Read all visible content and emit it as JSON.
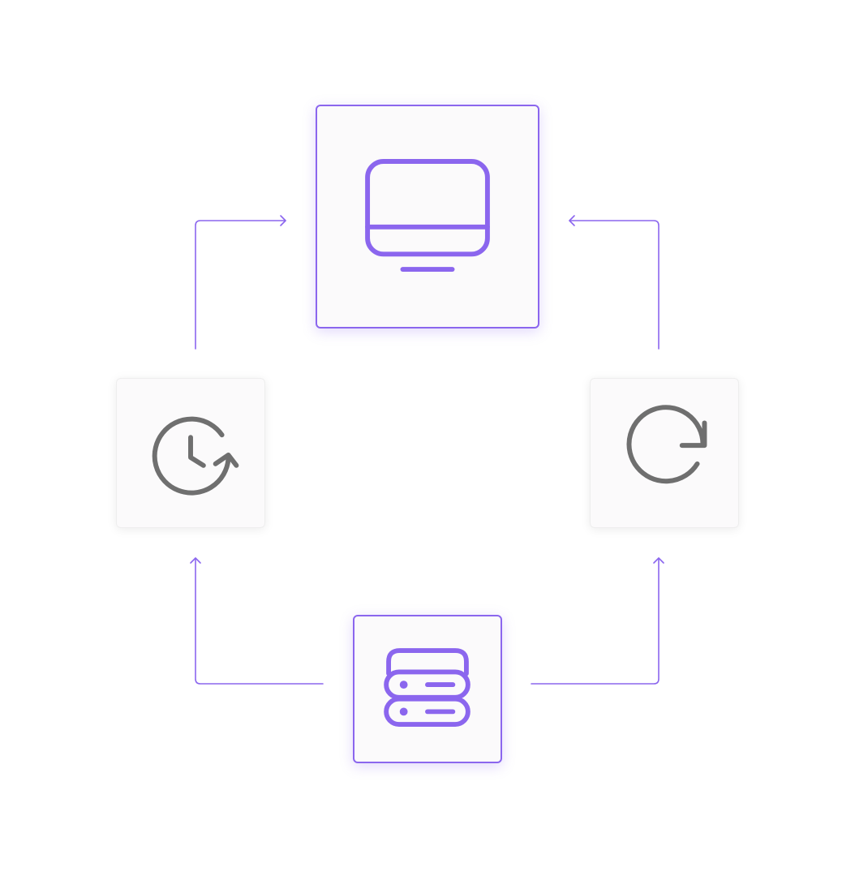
{
  "colors": {
    "accent": "#8b66ee",
    "icon_gray": "#6f6f6f",
    "box_bg": "#fbfafb"
  },
  "nodes": [
    {
      "id": "display",
      "icon": "monitor-icon"
    },
    {
      "id": "history",
      "icon": "clock-history-icon"
    },
    {
      "id": "refresh",
      "icon": "refresh-icon"
    },
    {
      "id": "storage",
      "icon": "server-icon"
    }
  ]
}
